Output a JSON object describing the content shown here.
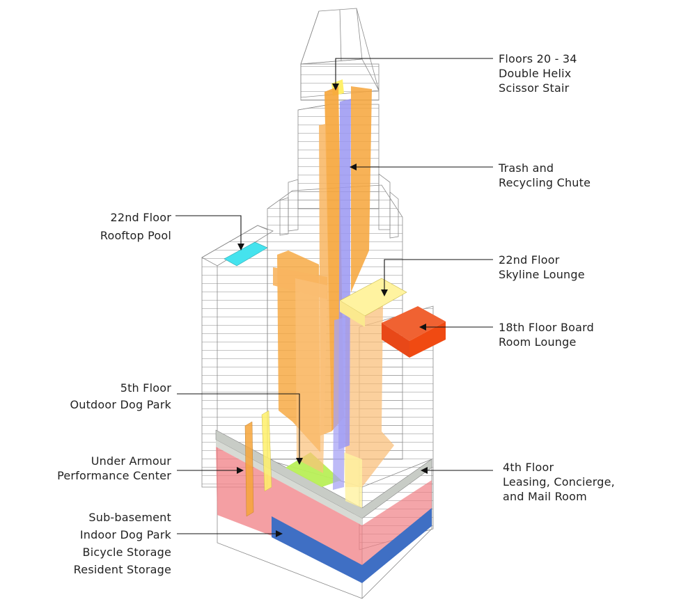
{
  "labels": {
    "helix": [
      "Floors 20 - 34",
      "Double Helix",
      "Scissor Stair"
    ],
    "trash": [
      "Trash and",
      "Recycling Chute"
    ],
    "pool": [
      "22nd Floor",
      "Rooftop Pool"
    ],
    "skyline": [
      "22nd Floor",
      "Skyline Lounge"
    ],
    "board": [
      "18th Floor Board",
      "Room Lounge"
    ],
    "dogpark5": [
      "5th Floor",
      "Outdoor Dog Park"
    ],
    "armour": [
      "Under Armour",
      "Performance Center"
    ],
    "floor4": [
      "4th Floor",
      "Leasing, Concierge,",
      "and Mail Room"
    ],
    "basement": [
      "Sub-basement",
      "Indoor Dog Park",
      "Bicycle Storage",
      "Resident Storage"
    ]
  },
  "colors": {
    "stair": "#f6a53a",
    "chute": "#9a96f2",
    "pool": "#45e3ee",
    "skyline": "#fff3a0",
    "board": "#f04a12",
    "dogpark": "#b8ef57",
    "fitness": "#f07f84",
    "lobby": "#c8ccc6",
    "basement": "#3f6fc4",
    "yellow": "#fff06a"
  }
}
